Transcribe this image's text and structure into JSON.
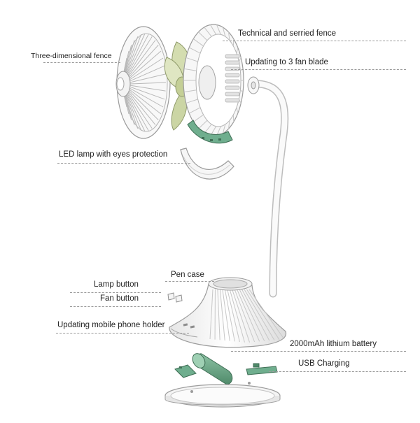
{
  "labels": {
    "technical_fence": "Technical and serried fence",
    "three_dimensional_fence": "Three-dimensional fence",
    "fan_blade": "Updating to 3 fan blade",
    "led_lamp": "LED lamp with eyes protection",
    "pen_case": "Pen case",
    "lamp_button": "Lamp button",
    "fan_button": "Fan button",
    "phone_holder": "Updating mobile phone holder",
    "battery": "2000mAh lithium battery",
    "usb_charging": "USB Charging"
  },
  "colors": {
    "part_fill": "#f7f7f7",
    "part_stroke": "#9c9c9c",
    "blade_green": "#d4ddb0",
    "blade_stroke": "#8f9a6a",
    "pcb_green": "#6fae8e",
    "battery_green": "#6fa585",
    "text": "#222222",
    "leader": "#9a9a9a"
  }
}
